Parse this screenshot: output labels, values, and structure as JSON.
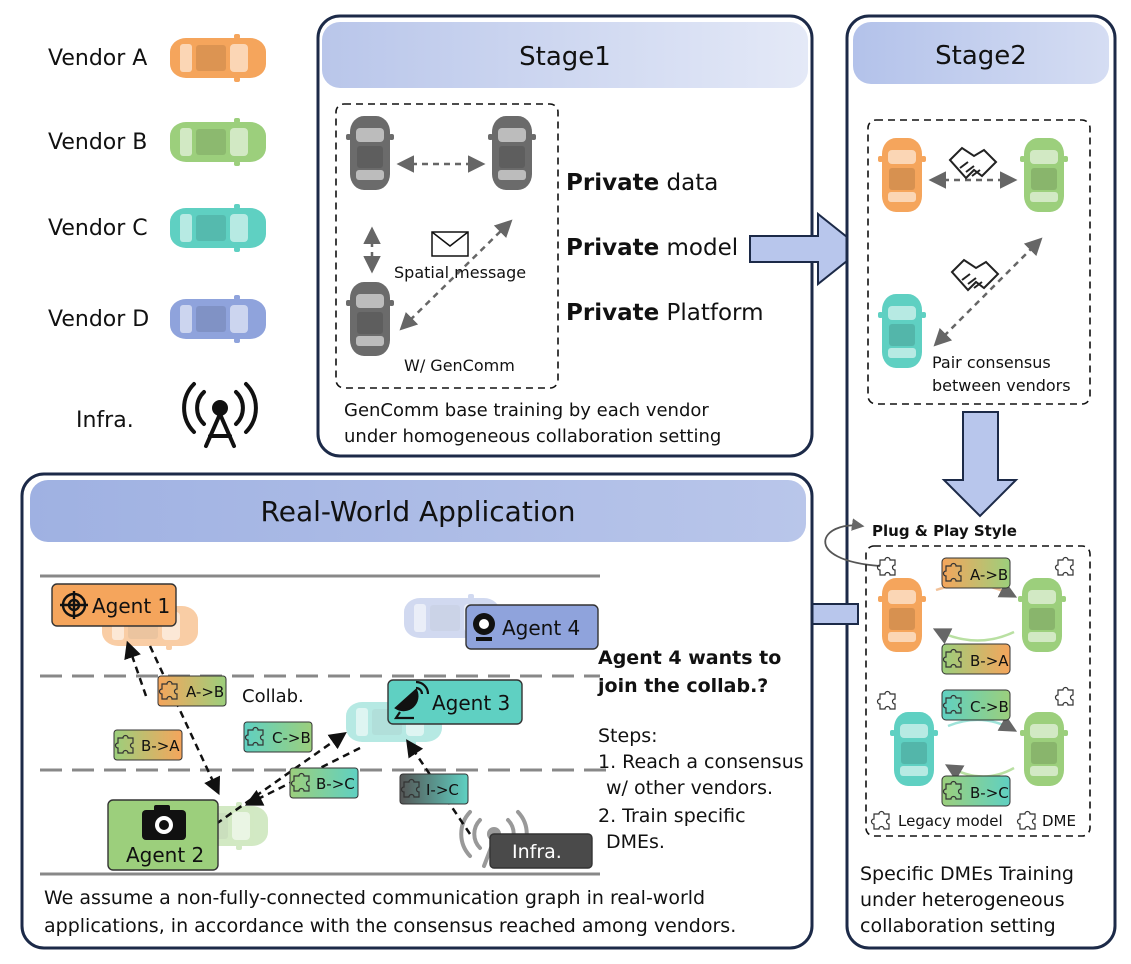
{
  "legend": {
    "vendor_a": "Vendor A",
    "vendor_b": "Vendor B",
    "vendor_c": "Vendor C",
    "vendor_d": "Vendor D",
    "infra": "Infra."
  },
  "stage1": {
    "title": "Stage1",
    "spatial_message": "Spatial message",
    "with_gencomm": "W/ GenComm",
    "private_bold": "Private",
    "private_data": "data",
    "private_model": "model",
    "private_platform": "Platform",
    "caption_line1": "GenComm base training by each vendor",
    "caption_line2": "under homogeneous collaboration setting"
  },
  "stage2": {
    "title": "Stage2",
    "pair_line1": "Pair consensus",
    "pair_line2": "between vendors",
    "plug_play": "Plug & Play Style",
    "legacy_model": "Legacy model",
    "dme": "DME",
    "badge_ab": "A->B",
    "badge_ba": "B->A",
    "badge_cb": "C->B",
    "badge_bc": "B->C",
    "caption_line1": "Specific DMEs Training",
    "caption_line2": "under heterogeneous",
    "caption_line3": "collaboration setting"
  },
  "realworld": {
    "title": "Real-World Application",
    "agent1": "Agent 1",
    "agent2": "Agent 2",
    "agent3": "Agent 3",
    "agent4": "Agent 4",
    "infra": "Infra.",
    "collab": "Collab.",
    "badge_ab": "A->B",
    "badge_ba": "B->A",
    "badge_cb": "C->B",
    "badge_bc": "B->C",
    "badge_ic": "I->C",
    "question_line1": "Agent 4 wants to",
    "question_line2": "join the collab.?",
    "steps_title": "Steps:",
    "step1_line1": "1. Reach a consensus",
    "step1_line2": "w/ other vendors.",
    "step2_line1": "2. Train specific",
    "step2_line2": "DMEs.",
    "caption_line1": "We assume a non-fully-connected communication graph in real-world",
    "caption_line2": "applications, in accordance with the consensus reached among vendors."
  },
  "colors": {
    "vendor_a": "#f5a55c",
    "vendor_b": "#9ccf7c",
    "vendor_c": "#5fd0c2",
    "vendor_d": "#8fa3dc",
    "gray_car": "#6b6b6b",
    "panel_border": "#1c2a48",
    "header_blue": "#c8d3ee",
    "arrow_blue": "#b8c6ec"
  }
}
